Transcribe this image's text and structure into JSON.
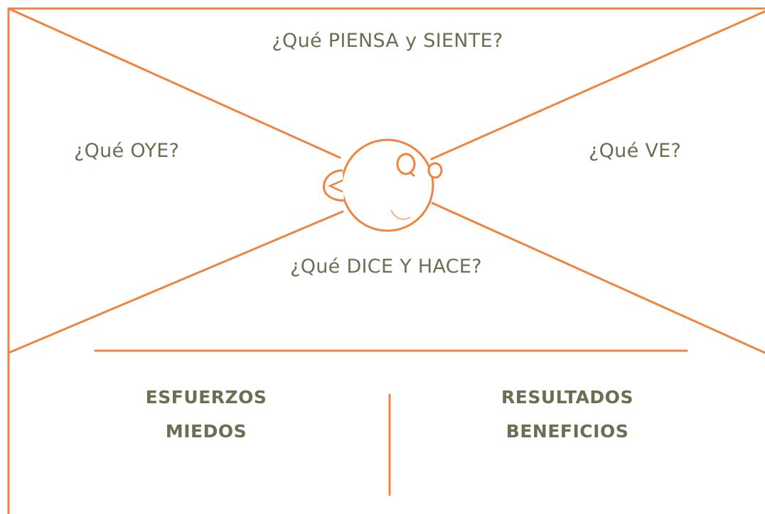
{
  "map": {
    "thinks_feels": "¿Qué PIENSA y SIENTE?",
    "hears": "¿Qué OYE?",
    "sees": "¿Qué VE?",
    "says_does": "¿Qué DICE Y HACE?"
  },
  "pains": {
    "line1": "ESFUERZOS",
    "line2": "MIEDOS"
  },
  "gains": {
    "line1": "RESULTADOS",
    "line2": "BENEFICIOS"
  },
  "colors": {
    "line": "#f0843f",
    "text": "#6d6d52",
    "background": "#ffffff"
  },
  "icons": {
    "center": "person-head-icon"
  }
}
